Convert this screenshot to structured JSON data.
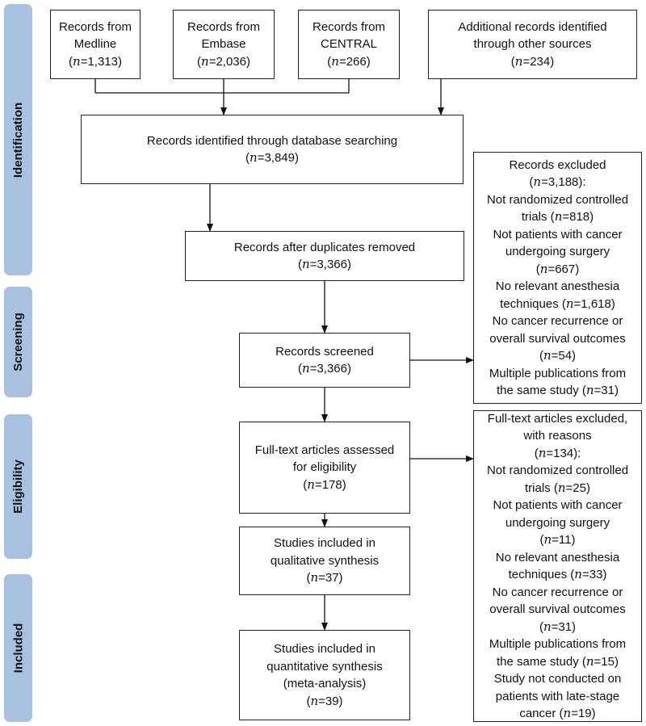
{
  "phases": {
    "identification": "Identification",
    "screening": "Screening",
    "eligibility": "Eligibility",
    "included": "Included"
  },
  "boxes": {
    "medline": {
      "lines": [
        "Records from",
        "Medline",
        "(n=1,313)"
      ]
    },
    "embase": {
      "lines": [
        "Records from",
        "Embase",
        "(n=2,036)"
      ]
    },
    "central": {
      "lines": [
        "Records from",
        "CENTRAL",
        "(n=266)"
      ]
    },
    "other": {
      "lines": [
        "Additional records identified",
        "through other sources",
        "(n=234)"
      ]
    },
    "identified": {
      "lines": [
        "Records identified through database searching",
        "(n=3,849)"
      ]
    },
    "dedup": {
      "lines": [
        "Records after duplicates removed",
        "(n=3,366)"
      ]
    },
    "screened": {
      "lines": [
        "Records screened",
        "(n=3,366)"
      ]
    },
    "excluded": {
      "lines": [
        "Records excluded",
        "(n=3,188):",
        "Not randomized controlled",
        "trials (n=818)",
        "Not patients with cancer",
        "undergoing surgery",
        "(n=667)",
        "No relevant anesthesia",
        "techniques (n=1,618)",
        "No cancer recurrence or",
        "overall survival outcomes",
        "(n=54)",
        "Multiple publications from",
        "the same study (n=31)"
      ]
    },
    "fulltext": {
      "lines": [
        "Full-text articles assessed",
        "for eligibility",
        "(n=178)"
      ]
    },
    "ft_excluded": {
      "lines": [
        "Full-text articles excluded,",
        "with reasons",
        "(n=134):",
        "Not randomized controlled",
        "trials (n=25)",
        "Not patients with cancer",
        "undergoing surgery",
        "(n=11)",
        "No relevant anesthesia",
        "techniques (n=33)",
        "No cancer recurrence or",
        "overall survival outcomes",
        "(n=31)",
        "Multiple publications from",
        "the same study (n=15)",
        "Study not conducted on",
        "patients with late-stage",
        "cancer (n=19)"
      ]
    },
    "qualitative": {
      "lines": [
        "Studies included in",
        "qualitative synthesis",
        "(n=37)"
      ]
    },
    "quantitative": {
      "lines": [
        "Studies included in",
        "quantitative synthesis",
        "(meta-analysis)",
        "(n=39)"
      ]
    }
  },
  "colors": {
    "phase_fill": "#a9c1e1",
    "border": "#222222",
    "arrow": "#111111"
  }
}
